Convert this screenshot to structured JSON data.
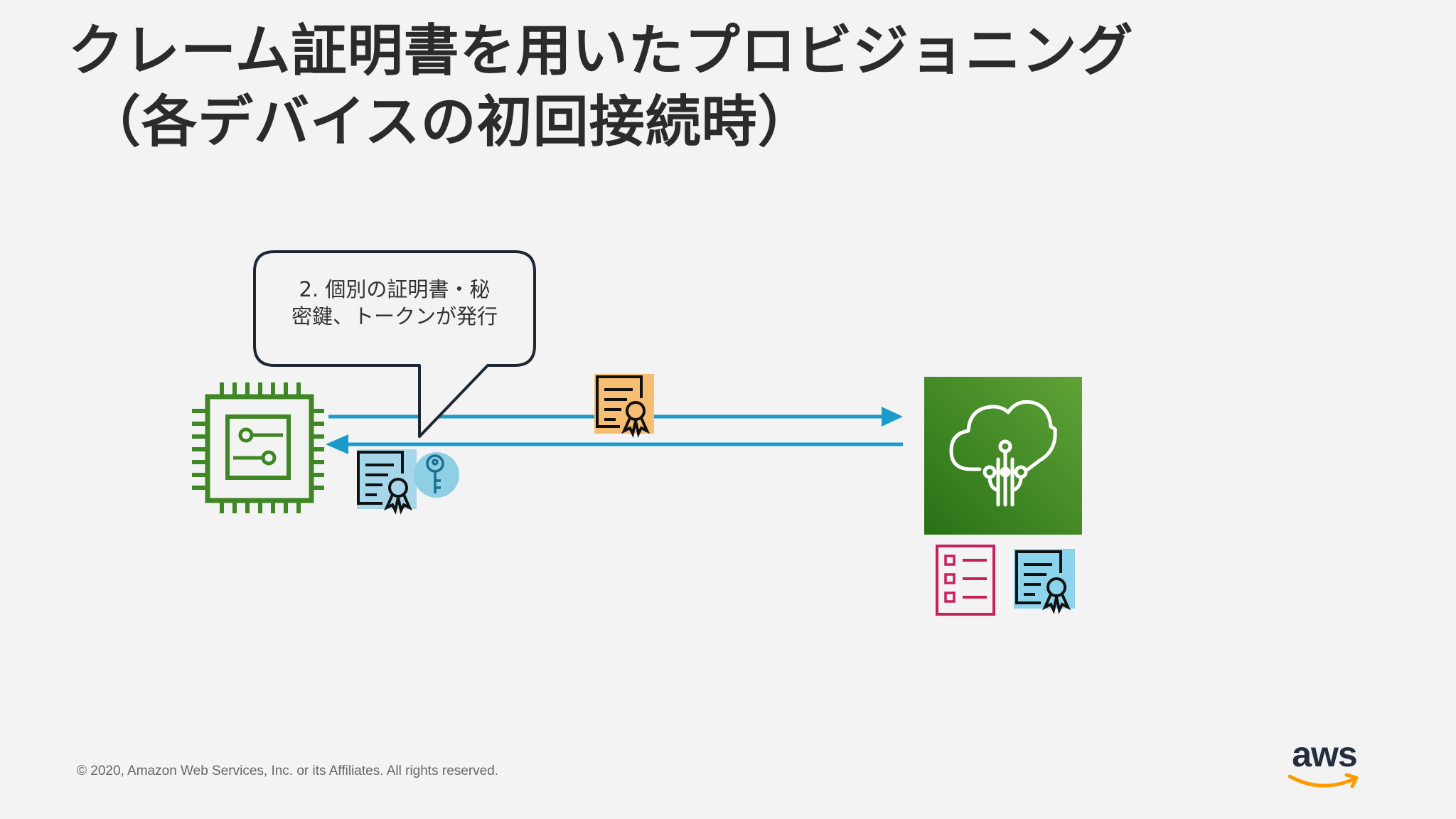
{
  "slide": {
    "title_line1": "クレーム証明書を用いたプロビジョニング",
    "title_line2": "（各デバイスの初回接続時）"
  },
  "diagram": {
    "callout": {
      "line1": "2. 個別の証明書・秘",
      "line2": "密鍵、トークンが発行"
    },
    "icons": {
      "device": "microchip-icon",
      "device_certificate": "certificate-icon",
      "device_key": "key-icon",
      "claim_certificate": "certificate-icon",
      "cloud_service": "iot-cloud-icon",
      "template": "checklist-icon",
      "service_certificate": "certificate-icon"
    },
    "colors": {
      "arrow": "#1a9bc9",
      "device_green": "#3f8624",
      "cloud_tile_light": "#60a337",
      "cloud_tile_dark": "#277116",
      "claim_cert_bg": "#f7bd73",
      "device_cert_bg": "#a6d6ea",
      "service_cert_bg": "#8cd3ec",
      "template_color": "#c7215d",
      "callout_border": "#1e2633"
    }
  },
  "footer": {
    "copyright": "© 2020, Amazon Web Services, Inc. or its Affiliates. All rights reserved.",
    "logo_text": "aws",
    "logo_smile_color": "#ff9900"
  }
}
